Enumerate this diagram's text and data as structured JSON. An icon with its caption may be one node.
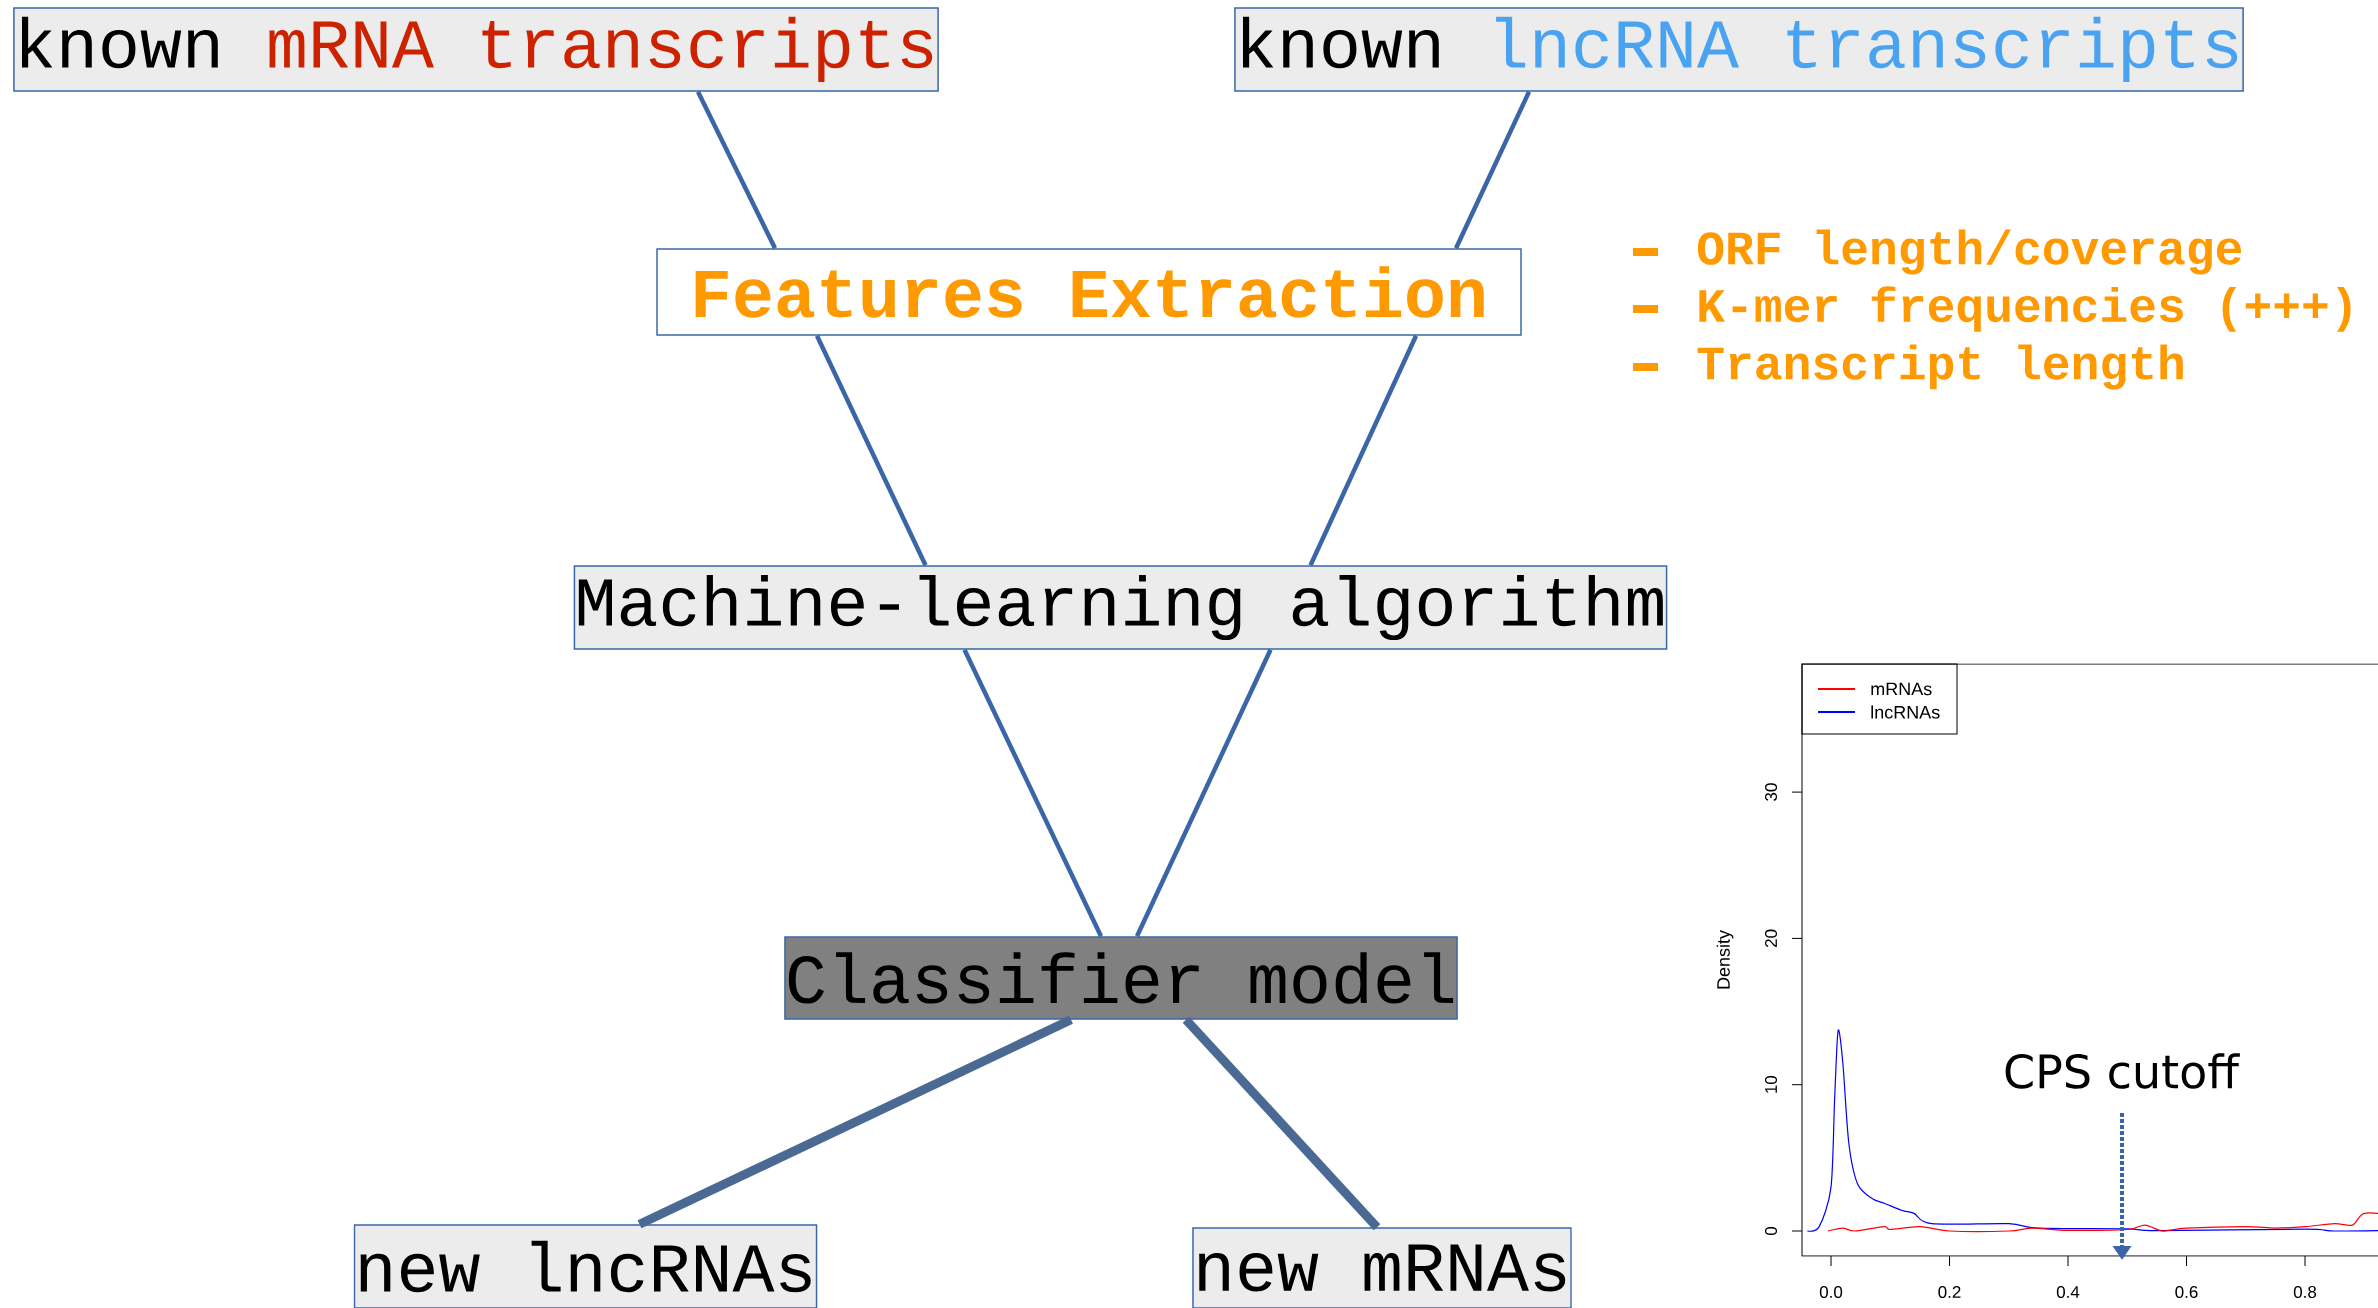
{
  "diagram": {
    "nodes": [
      {
        "text": [
          "known",
          "mRNA transcripts"
        ]
      },
      {
        "text": [
          "known",
          "lncRNA transcripts"
        ]
      },
      {
        "text": [
          "Features Extraction"
        ]
      },
      {
        "text": [
          "Machine-learning algorithm"
        ]
      },
      {
        "text": [
          "Classifier model"
        ]
      },
      {
        "text": [
          "new lncRNAs"
        ]
      },
      {
        "text": [
          "new mRNAs"
        ]
      }
    ],
    "edges": [
      {
        "from": 0,
        "to": 2,
        "arrow": "none"
      },
      {
        "from": 1,
        "to": 2,
        "arrow": "none"
      },
      {
        "from": 2,
        "to": 3,
        "arrow": "none"
      },
      {
        "from": 2,
        "to": 3,
        "arrow": "none"
      },
      {
        "from": 3,
        "to": 4,
        "arrow": "none"
      },
      {
        "from": 3,
        "to": 4,
        "arrow": "none"
      },
      {
        "from": 4,
        "to": 5,
        "arrow": "none",
        "style": "thick",
        "color": "#4a6a94"
      },
      {
        "from": 4,
        "to": 6,
        "arrow": "none",
        "style": "thick",
        "color": "#4a6a94"
      }
    ],
    "labels": [
      "ORF length/coverage",
      "K-mer frequencies (+++)",
      "Transcript length",
      "Density",
      "30",
      "20",
      "10",
      "0",
      "CPS cutoff",
      "0.0",
      "0.2",
      "0.4",
      "0.6",
      "0.8"
    ],
    "legend": [
      {
        "text": "mRNAs"
      },
      {
        "text": "lncRNAs"
      }
    ]
  }
}
